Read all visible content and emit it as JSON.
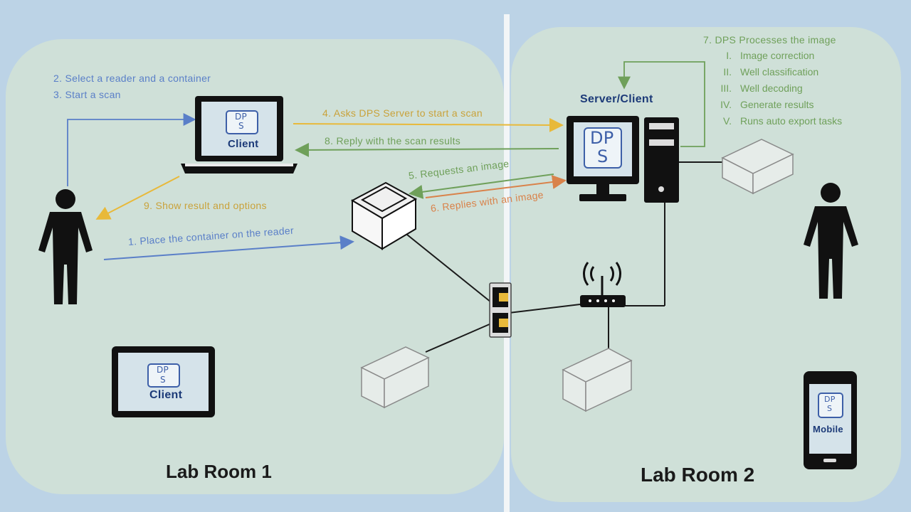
{
  "rooms": {
    "left": "Lab Room 1",
    "right": "Lab Room 2"
  },
  "steps": {
    "s2": "2. Select  a reader and a container",
    "s3": "3. Start  a scan",
    "s4": "4. Asks DPS Server to start a scan",
    "s8": "8. Reply  with the scan results",
    "s5": "5. Requests  an image",
    "s6": "6. Replies with an image",
    "s9": "9. Show  result and options",
    "s1": "1. Place the container  on the reader",
    "s7": "7. DPS  Processes  the image"
  },
  "process_list": [
    {
      "num": "I.",
      "text": "Image correction"
    },
    {
      "num": "II.",
      "text": "Well classification"
    },
    {
      "num": "III.",
      "text": "Well decoding"
    },
    {
      "num": "IV.",
      "text": "Generate results"
    },
    {
      "num": "V.",
      "text": "Runs auto export tasks"
    }
  ],
  "devices": {
    "laptop_client": "Client",
    "tablet_client": "Client",
    "server": "Server/Client",
    "mobile": "Mobile",
    "dps_logo_top": "DP",
    "dps_logo_bottom": "S"
  },
  "colors": {
    "blue": "#5a7fc8",
    "yellow": "#e8b93a",
    "green": "#6fa05a",
    "orange": "#d9824a",
    "panel": "#cfe0d8",
    "background": "#bcd3e6"
  }
}
